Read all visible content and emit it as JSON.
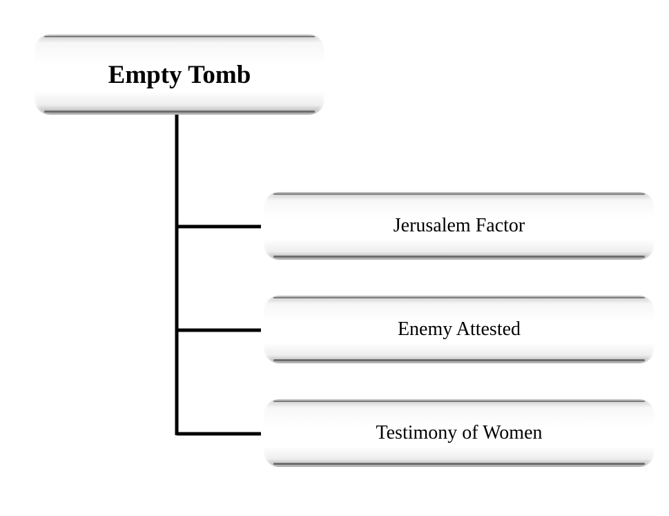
{
  "diagram": {
    "root": {
      "label": "Empty Tomb"
    },
    "children": [
      {
        "label": "Jerusalem Factor"
      },
      {
        "label": "Enemy Attested"
      },
      {
        "label": "Testimony of Women"
      }
    ]
  },
  "colors": {
    "line": "#000000",
    "node_border": "#7a7a7a",
    "node_fill": "#ffffff"
  }
}
